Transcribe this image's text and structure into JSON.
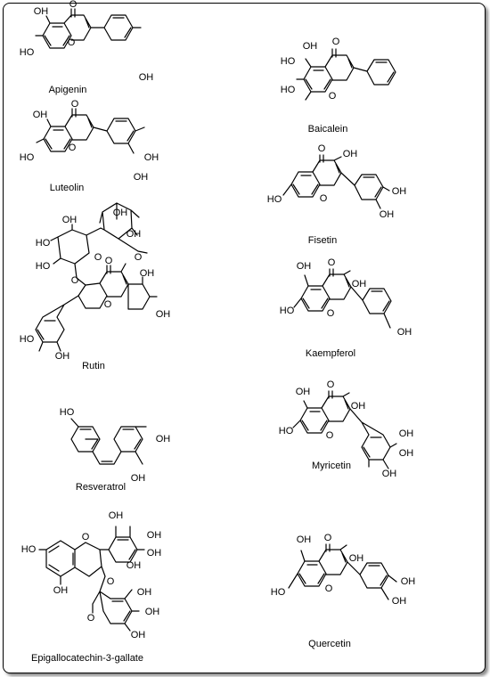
{
  "compounds": [
    {
      "name": "Apigenin"
    },
    {
      "name": "Baicalein"
    },
    {
      "name": "Luteolin"
    },
    {
      "name": "Fisetin"
    },
    {
      "name": "Rutin"
    },
    {
      "name": "Kaempferol"
    },
    {
      "name": "Resveratrol"
    },
    {
      "name": "Myricetin"
    },
    {
      "name": "Epigallocatechin-3-gallate"
    },
    {
      "name": "Quercetin"
    }
  ],
  "atom_labels": {
    "oh": "OH",
    "ho": "HO",
    "o": "O"
  }
}
